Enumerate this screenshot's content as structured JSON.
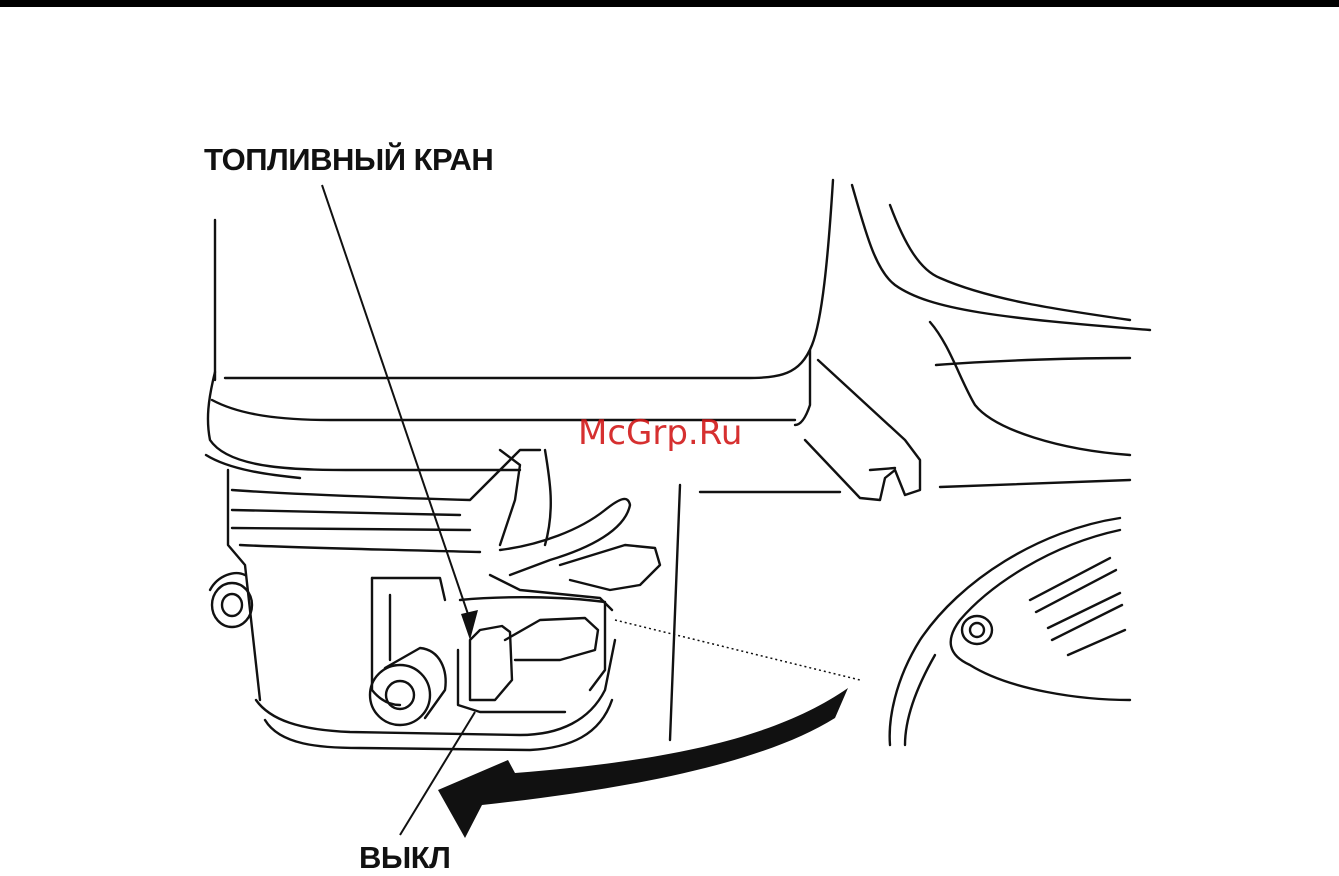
{
  "labels": {
    "fuel_valve": "ТОПЛИВНЫЙ КРАН",
    "off": "ВЫКЛ"
  },
  "watermark": "McGrp.Ru",
  "colors": {
    "line": "#111111",
    "watermark": "#d21a1a",
    "background": "#ffffff"
  }
}
